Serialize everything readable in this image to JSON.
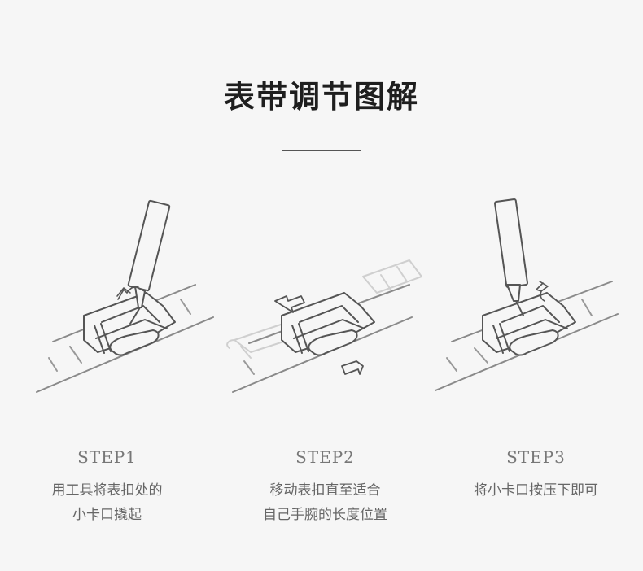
{
  "title": "表带调节图解",
  "steps": [
    {
      "label": "STEP1",
      "description": "用工具将表扣处的\n小卡口撬起",
      "icon": "tool-lifting-clasp-illustration"
    },
    {
      "label": "STEP2",
      "description": "移动表扣直至适合\n自己手腕的长度位置",
      "icon": "moving-clasp-illustration"
    },
    {
      "label": "STEP3",
      "description": "将小卡口按压下即可",
      "icon": "tool-pressing-clasp-illustration"
    }
  ],
  "colors": {
    "line": "#555555",
    "light_line": "#c4c4c4",
    "accent_text": "#777777"
  }
}
